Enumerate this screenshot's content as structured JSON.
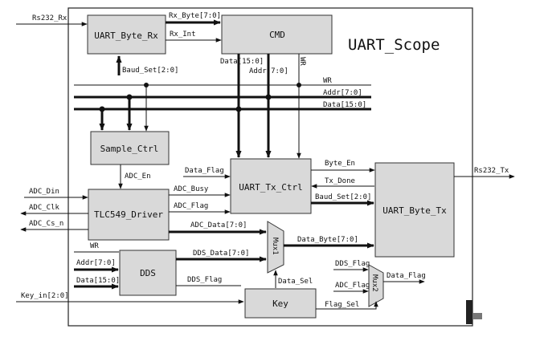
{
  "scope_title": "UART_Scope",
  "blocks": {
    "uart_byte_rx": "UART_Byte_Rx",
    "cmd": "CMD",
    "sample_ctrl": "Sample_Ctrl",
    "uart_tx_ctrl": "UART_Tx_Ctrl",
    "uart_byte_tx": "UART_Byte_Tx",
    "tlc549_driver": "TLC549_Driver",
    "dds": "DDS",
    "key": "Key",
    "mux1": "Mux1",
    "mux2": "Mux2"
  },
  "signals": {
    "rs232_rx": "Rs232_Rx",
    "rx_byte": "Rx_Byte[7:0]",
    "rx_int": "Rx_Int",
    "baud_set_rx": "Baud_Set[2:0]",
    "cmd_data": "Data[15:0]",
    "cmd_addr": "Addr[7:0]",
    "cmd_wr": "WR",
    "bus_wr": "WR",
    "bus_addr": "Addr[7:0]",
    "bus_data": "Data[15:0]",
    "adc_en": "ADC_En",
    "data_flag": "Data_Flag",
    "adc_busy": "ADC_Busy",
    "adc_flag": "ADC_Flag",
    "adc_data": "ADC_Data[7:0]",
    "byte_en": "Byte_En",
    "tx_done": "Tx_Done",
    "baud_set_tx": "Baud_Set[2:0]",
    "rs232_tx": "Rs232_Tx",
    "adc_din": "ADC_Din",
    "adc_clk": "ADC_Clk",
    "adc_cs_n": "ADC_Cs_n",
    "dds_wr": "WR",
    "dds_addr": "Addr[7:0]",
    "dds_data_in": "Data[15:0]",
    "dds_data_out": "DDS_Data[7:0]",
    "dds_flag": "DDS_Flag",
    "data_byte": "Data_Byte[7:0]",
    "data_sel": "Data_Sel",
    "mux2_dds_flag": "DDS_Flag",
    "mux2_adc_flag": "ADC_Flag",
    "mux2_data_flag": "Data_Flag",
    "flag_sel": "Flag_Sel",
    "key_in": "Key_in[2:0]"
  }
}
